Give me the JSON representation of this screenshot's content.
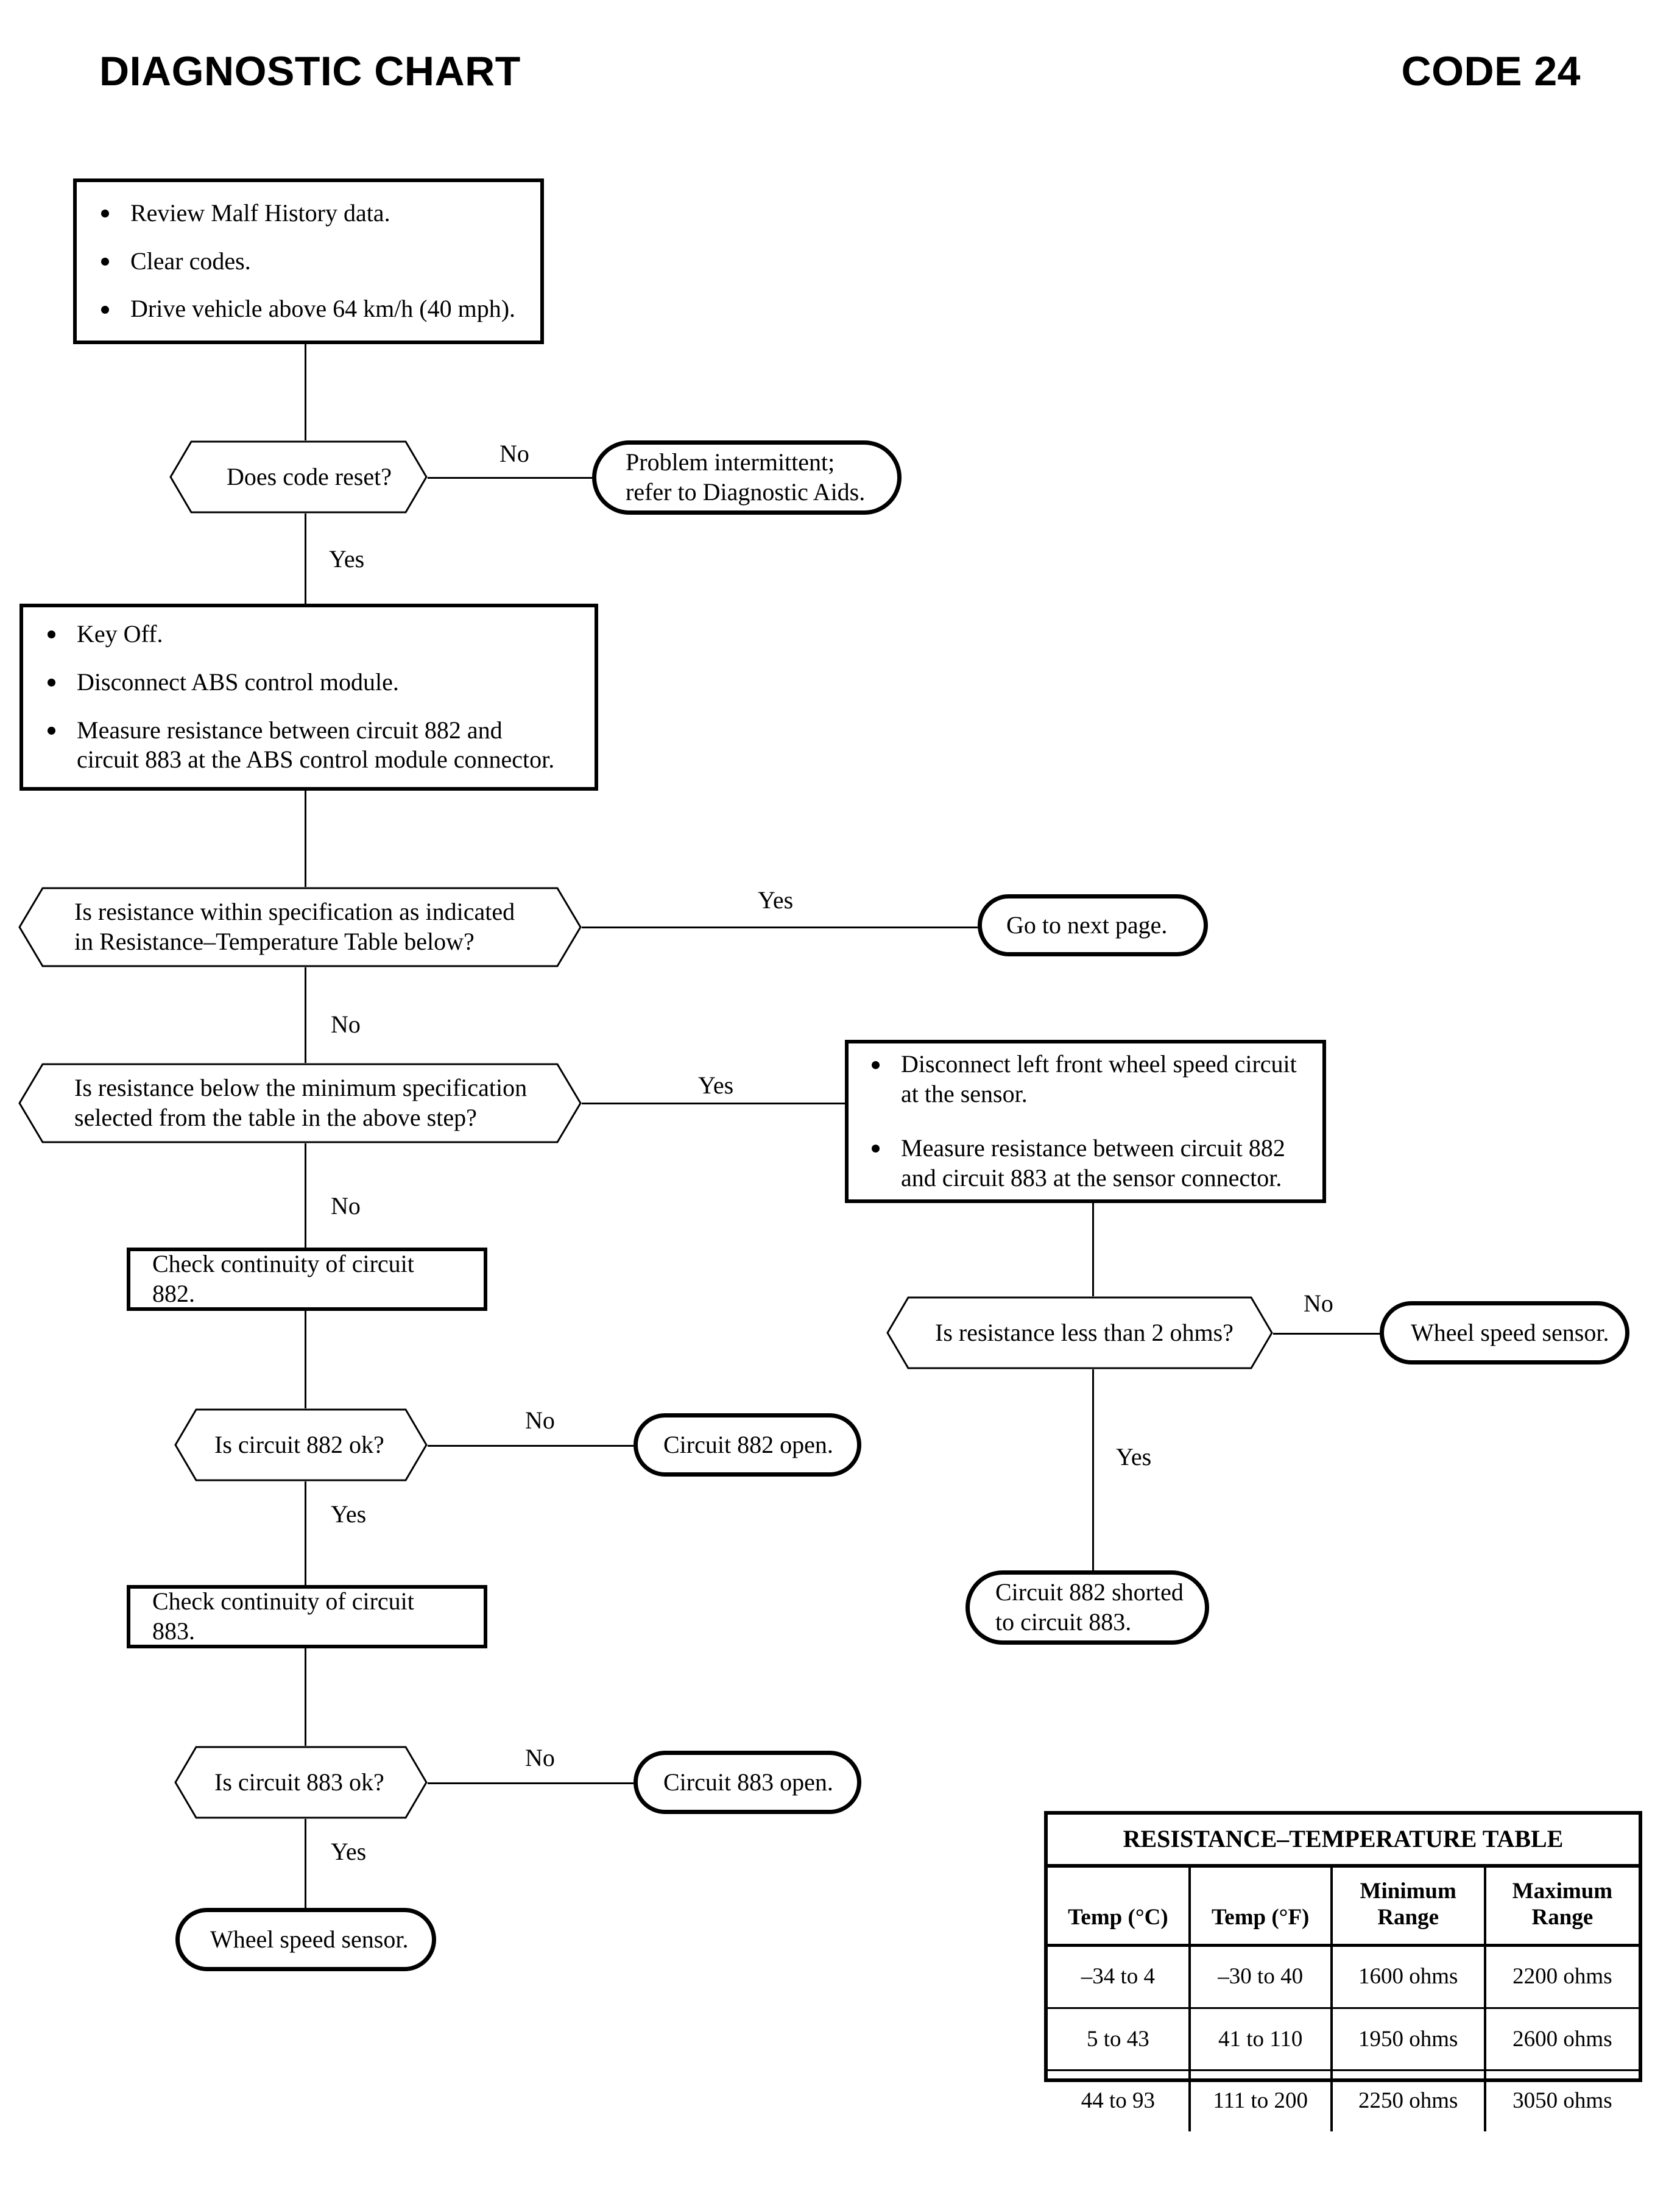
{
  "header": {
    "title": "DIAGNOSTIC CHART",
    "code": "CODE 24"
  },
  "nodes": {
    "box_initial": {
      "type": "process",
      "bullets": [
        "Review Malf History data.",
        "Clear codes.",
        "Drive vehicle above 64 km/h (40 mph)."
      ]
    },
    "decision_code_reset": {
      "type": "decision",
      "text": "Does code reset?"
    },
    "term_intermittent": {
      "type": "terminal",
      "line1": "Problem intermittent;",
      "line2": "refer to Diagnostic Aids."
    },
    "box_key_off": {
      "type": "process",
      "bullets": [
        "Key Off.",
        "Disconnect ABS control module.",
        "Measure resistance between circuit 882 and circuit 883 at the ABS control module connector."
      ]
    },
    "decision_within_spec": {
      "type": "decision",
      "line1": "Is resistance within specification as indicated",
      "line2": "in Resistance–Temperature Table below?"
    },
    "term_next_page": {
      "type": "terminal",
      "text": "Go to next page."
    },
    "decision_below_min": {
      "type": "decision",
      "line1": "Is resistance below the minimum specification",
      "line2": "selected from the table in the above step?"
    },
    "box_disconnect_sensor": {
      "type": "process",
      "bullets": [
        "Disconnect left front wheel speed circuit at the sensor.",
        "Measure resistance between circuit 882 and circuit 883 at the sensor connector."
      ]
    },
    "decision_less_2ohms": {
      "type": "decision",
      "text": "Is resistance less than 2 ohms?"
    },
    "term_wheel_sensor_right": {
      "type": "terminal",
      "text": "Wheel speed sensor."
    },
    "term_shorted": {
      "type": "terminal",
      "line1": "Circuit 882 shorted",
      "line2": "to circuit 883."
    },
    "box_check_882": {
      "type": "process",
      "text": "Check continuity of circuit 882."
    },
    "decision_882_ok": {
      "type": "decision",
      "text": "Is circuit 882 ok?"
    },
    "term_882_open": {
      "type": "terminal",
      "text": "Circuit 882 open."
    },
    "box_check_883": {
      "type": "process",
      "text": "Check continuity of circuit 883."
    },
    "decision_883_ok": {
      "type": "decision",
      "text": "Is circuit 883 ok?"
    },
    "term_883_open": {
      "type": "terminal",
      "text": "Circuit 883 open."
    },
    "term_wheel_sensor_bottom": {
      "type": "terminal",
      "text": "Wheel speed sensor."
    }
  },
  "branch_labels": {
    "code_reset_no": "No",
    "code_reset_yes": "Yes",
    "within_spec_yes": "Yes",
    "within_spec_no": "No",
    "below_min_yes": "Yes",
    "below_min_no": "No",
    "less_2ohms_no": "No",
    "less_2ohms_yes": "Yes",
    "c882_ok_no": "No",
    "c882_ok_yes": "Yes",
    "c883_ok_no": "No",
    "c883_ok_yes": "Yes"
  },
  "resistance_table": {
    "caption": "RESISTANCE–TEMPERATURE TABLE",
    "columns": [
      "Temp (°C)",
      "Temp (°F)",
      "Minimum Range",
      "Maximum Range"
    ],
    "column_lines": [
      [
        "Temp (°C)",
        ""
      ],
      [
        "Temp (°F)",
        ""
      ],
      [
        "Minimum",
        "Range"
      ],
      [
        "Maximum",
        "Range"
      ]
    ],
    "rows": [
      [
        "–34 to 4",
        "–30 to 40",
        "1600 ohms",
        "2200 ohms"
      ],
      [
        "5 to 43",
        "41 to 110",
        "1950 ohms",
        "2600 ohms"
      ],
      [
        "44 to 93",
        "111 to 200",
        "2250 ohms",
        "3050 ohms"
      ]
    ]
  },
  "colors": {
    "ink": "#000000",
    "paper": "#ffffff"
  }
}
